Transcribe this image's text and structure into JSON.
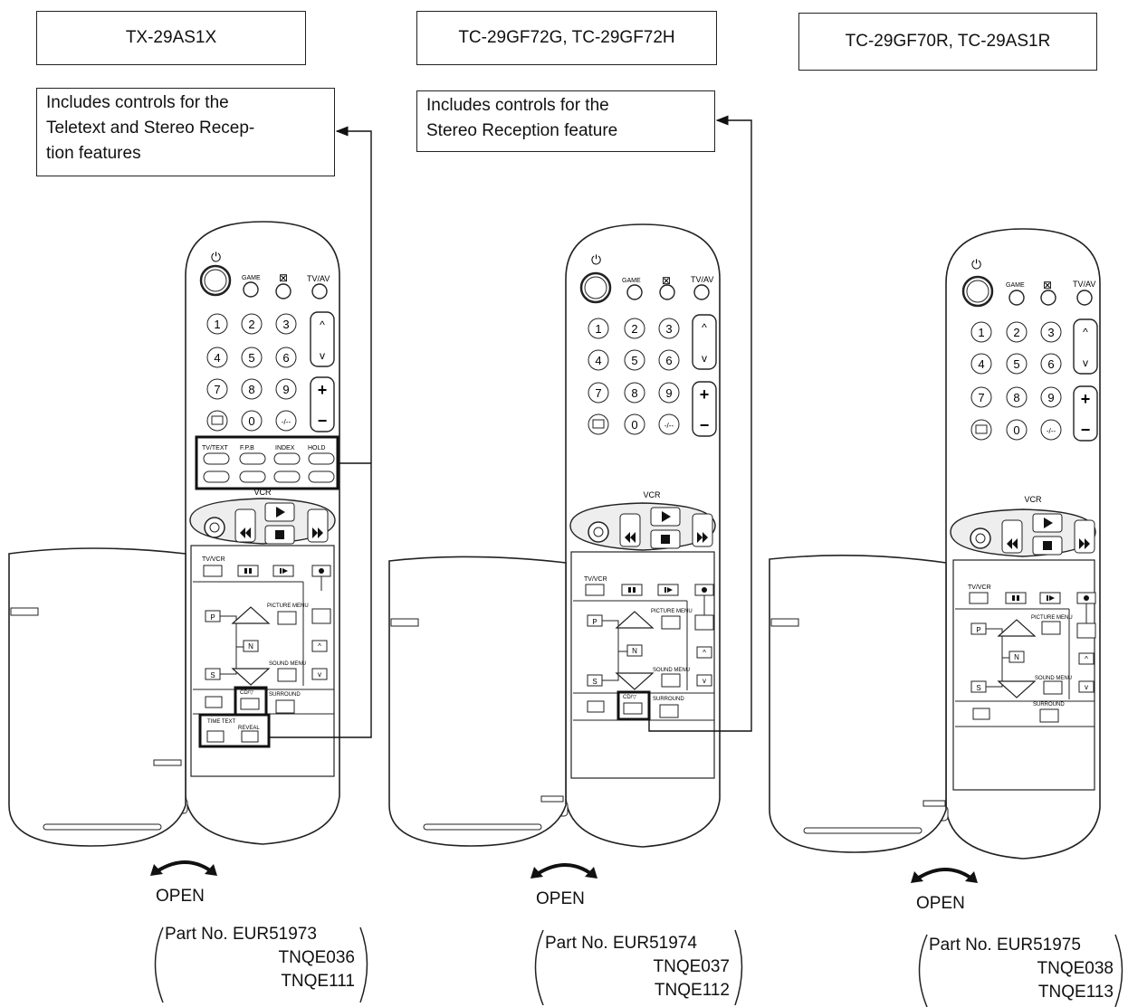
{
  "columns": [
    {
      "model": "TX-29AS1X",
      "callout": [
        "Includes controls for the",
        "Teletext and Stereo Recep-",
        "tion features"
      ],
      "open_label": "OPEN",
      "part_no": "Part No. EUR51973",
      "codes": [
        "TNQE036",
        "TNQE111"
      ]
    },
    {
      "model": "TC-29GF72G, TC-29GF72H",
      "callout": [
        "Includes controls for the",
        "Stereo Reception feature"
      ],
      "open_label": "OPEN",
      "part_no": "Part No. EUR51974",
      "codes": [
        "TNQE037",
        "TNQE112"
      ]
    },
    {
      "model": "TC-29GF70R, TC-29AS1R",
      "callout": [],
      "open_label": "OPEN",
      "part_no": "Part No. EUR51975",
      "codes": [
        "TNQE038",
        "TNQE113"
      ]
    }
  ],
  "remote_labels": {
    "power": "⏻",
    "game": "GAME",
    "mute": "⊠",
    "tvav": "TV/AV",
    "digits": [
      "1",
      "2",
      "3",
      "4",
      "5",
      "6",
      "7",
      "8",
      "9",
      "0"
    ],
    "ch_up": "^",
    "ch_down": "v",
    "vol_plus": "+",
    "vol_minus": "−",
    "tvtext": "TV/TEXT",
    "fpb": "F.P.B",
    "index": "INDEX",
    "hold": "HOLD",
    "vcr": "VCR",
    "tvvcr": "TV/VCR",
    "picture_menu": "PICTURE MENU",
    "sound_menu": "SOUND MENU",
    "p_key": "P",
    "s_key": "S",
    "n_key": "N",
    "surround": "SURROUND",
    "cd": "CD/▽",
    "time_text": "TIME TEXT",
    "reveal": "REVEAL"
  }
}
